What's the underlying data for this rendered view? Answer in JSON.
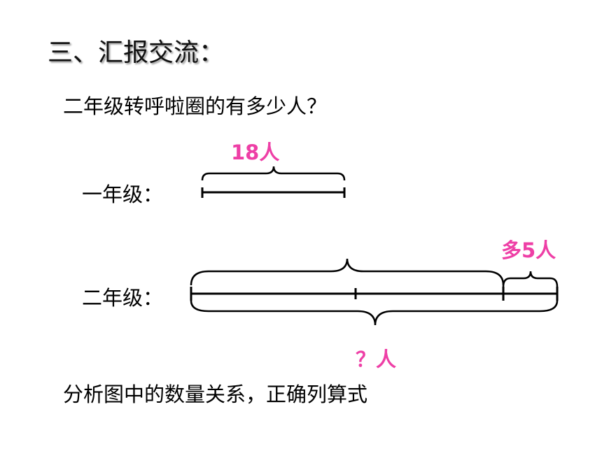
{
  "section_title": "三、汇报交流：",
  "question": "二年级转呼啦圈的有多少人？",
  "grade1_label": "一年级：",
  "grade2_label": "二年级：",
  "grade1_amount": "18人",
  "more_amount": "多5人",
  "unknown_amount": "？人",
  "analysis_prompt": "分析图中的数量关系，正确列算式",
  "colors": {
    "text": "#000000",
    "accent": "#ee3fa6"
  }
}
